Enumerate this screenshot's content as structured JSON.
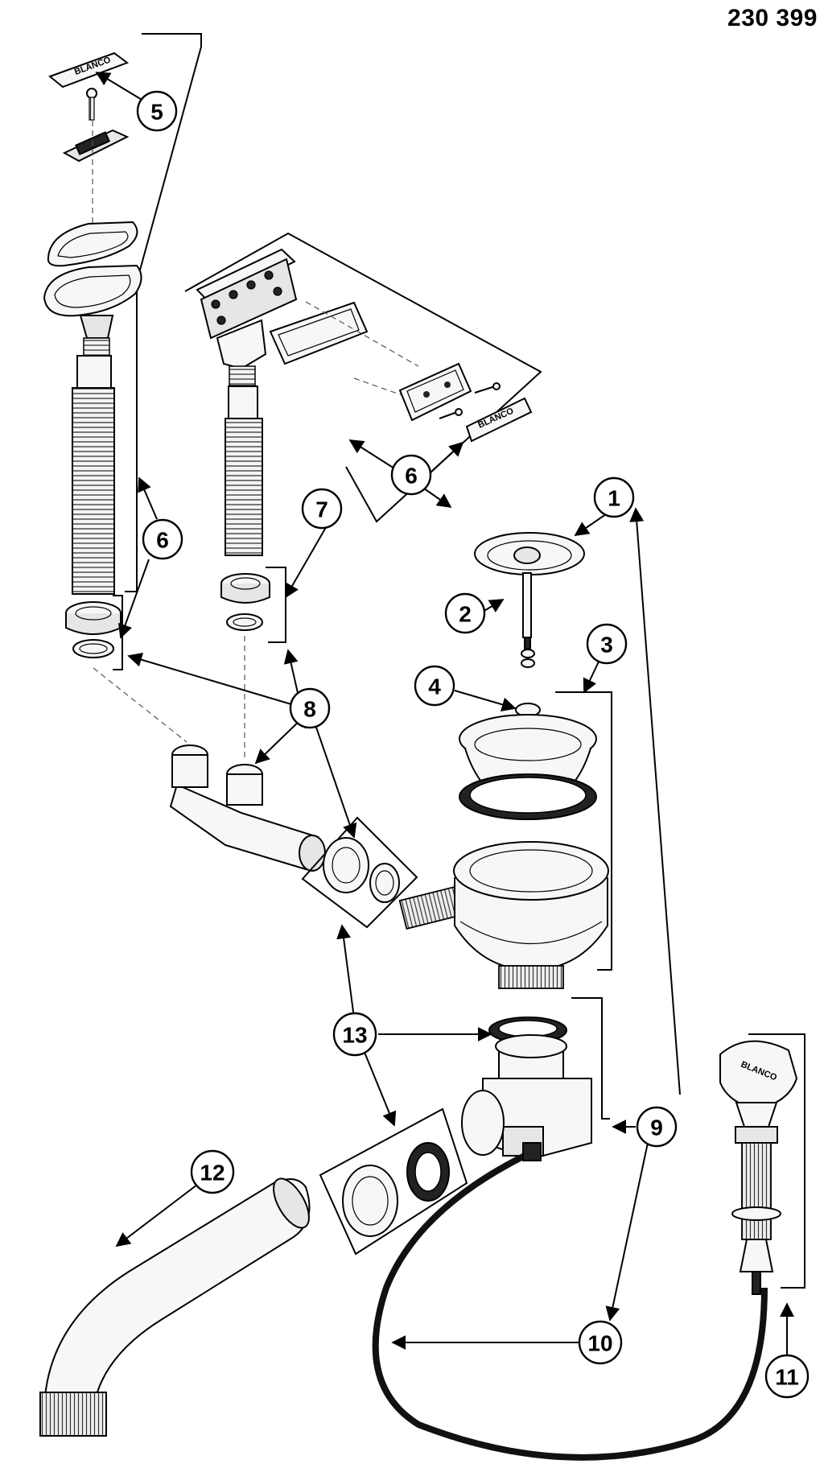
{
  "part_number": "230 399",
  "callouts": [
    "1",
    "2",
    "3",
    "4",
    "5",
    "6",
    "6",
    "7",
    "8",
    "9",
    "10",
    "11",
    "12",
    "13"
  ],
  "brand_text": "BLANCO"
}
